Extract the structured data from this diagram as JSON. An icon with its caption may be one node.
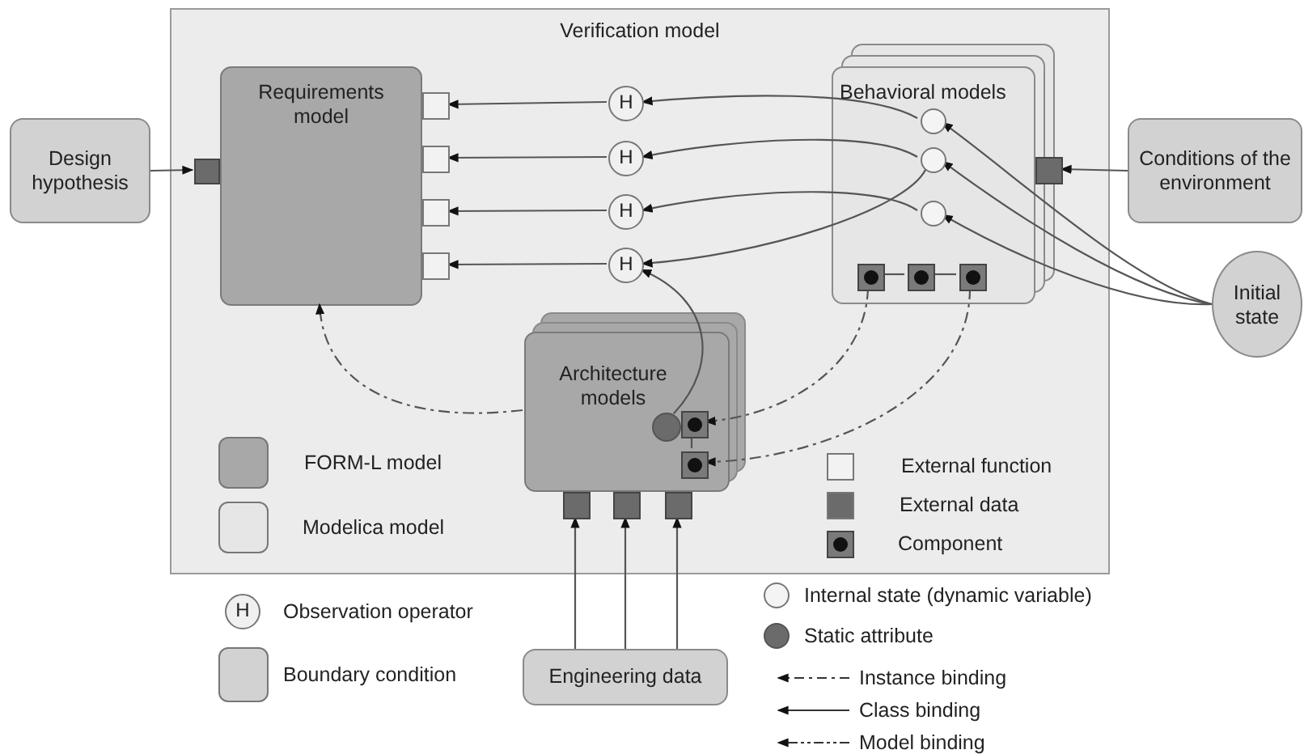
{
  "diagram": {
    "nodes": [
      {
        "text": [
          "Verification model"
        ]
      },
      {
        "text": [
          "Requirements model"
        ],
        "in": 0
      },
      {
        "text": [
          "Design hypothesis"
        ]
      },
      {
        "text": [
          "Behavioral models"
        ],
        "in": 0
      },
      {
        "text": [
          "Architecture models"
        ],
        "in": 0
      },
      {
        "text": [
          "Conditions of the environment"
        ]
      },
      {
        "text": [
          "Initial state"
        ]
      },
      {
        "text": [
          "Engineering data"
        ]
      },
      {
        "text": [
          "H"
        ],
        "in": 0
      },
      {
        "text": [
          "H"
        ],
        "in": 0
      },
      {
        "text": [
          "H"
        ],
        "in": 0
      },
      {
        "text": [
          "H"
        ],
        "in": 0
      },
      {
        "text": [],
        "shape": "box",
        "in": 0
      },
      {
        "text": [],
        "shape": "box",
        "in": 0
      },
      {
        "text": [],
        "shape": "box",
        "in": 0
      },
      {
        "text": [],
        "shape": "box",
        "in": 0
      },
      {
        "text": [],
        "shape": "box",
        "in": 0
      },
      {
        "text": [],
        "shape": "circle",
        "in": 3
      },
      {
        "text": [],
        "shape": "circle",
        "in": 3
      },
      {
        "text": [],
        "shape": "circle",
        "in": 3
      },
      {
        "text": [],
        "shape": "box",
        "in": 0
      },
      {
        "text": [],
        "shape": "box",
        "in": 3
      },
      {
        "text": [],
        "shape": "box",
        "in": 3
      },
      {
        "text": [],
        "shape": "box",
        "in": 3
      },
      {
        "text": [],
        "shape": "circle",
        "in": 4
      },
      {
        "text": [],
        "shape": "box",
        "in": 4
      },
      {
        "text": [],
        "shape": "box",
        "in": 4
      },
      {
        "text": [],
        "shape": "box",
        "in": 0
      },
      {
        "text": [],
        "shape": "box",
        "in": 0
      },
      {
        "text": [],
        "shape": "box",
        "in": 0
      }
    ],
    "edges": [
      {
        "from": 2,
        "to": 16,
        "arrow": "to"
      },
      {
        "from": 8,
        "to": 12,
        "arrow": "to"
      },
      {
        "from": 9,
        "to": 13,
        "arrow": "to"
      },
      {
        "from": 10,
        "to": 14,
        "arrow": "to"
      },
      {
        "from": 11,
        "to": 15,
        "arrow": "to"
      },
      {
        "from": 17,
        "to": 8,
        "arrow": "to"
      },
      {
        "from": 18,
        "to": 9,
        "arrow": "to"
      },
      {
        "from": 19,
        "to": 10,
        "arrow": "to"
      },
      {
        "from": 18,
        "to": 11,
        "arrow": "to"
      },
      {
        "from": 24,
        "to": 11,
        "arrow": "to"
      },
      {
        "from": 6,
        "to": 17,
        "arrow": "to"
      },
      {
        "from": 6,
        "to": 18,
        "arrow": "to"
      },
      {
        "from": 6,
        "to": 19,
        "arrow": "to"
      },
      {
        "from": 5,
        "to": 20,
        "arrow": "to"
      },
      {
        "from": 4,
        "to": 1,
        "arrow": "to",
        "style": "dashed"
      },
      {
        "from": 21,
        "to": 25,
        "arrow": "to",
        "style": "dashed"
      },
      {
        "from": 23,
        "to": 26,
        "arrow": "to",
        "style": "dashed"
      },
      {
        "from": 7,
        "to": 27,
        "arrow": "to"
      },
      {
        "from": 7,
        "to": 28,
        "arrow": "to"
      },
      {
        "from": 7,
        "to": 29,
        "arrow": "to"
      },
      {
        "from": 21,
        "to": 22,
        "arrow": "none"
      },
      {
        "from": 22,
        "to": 23,
        "arrow": "none"
      },
      {
        "from": 25,
        "to": 26,
        "arrow": "none"
      }
    ],
    "labels": [
      "H"
    ],
    "legend": [
      {
        "text": "FORM-L model",
        "color": "#a8a8a8"
      },
      {
        "text": "Modelica model",
        "color": "#e6e6e6"
      },
      {
        "text": "External function",
        "color": "#f2f2f2"
      },
      {
        "text": "External data",
        "color": "#6b6b6b"
      },
      {
        "text": "Component"
      },
      {
        "text": "Observation operator"
      },
      {
        "text": "Internal state (dynamic variable)"
      },
      {
        "text": "Static attribute"
      },
      {
        "text": "Boundary condition",
        "color": "#d2d2d2"
      },
      {
        "text": "Instance binding"
      },
      {
        "text": "Class binding"
      },
      {
        "text": "Model binding"
      }
    ]
  }
}
